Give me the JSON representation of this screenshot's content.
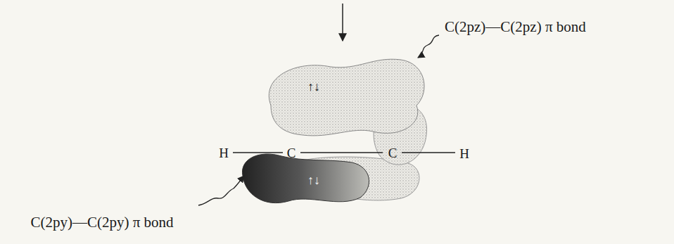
{
  "diagram": {
    "labels": [
      "C(2pz)—C(2pz) π bond",
      "↑↓",
      "H",
      "C",
      "C",
      "H",
      "↑↓",
      "C(2py)—C(2py) π bond"
    ]
  }
}
